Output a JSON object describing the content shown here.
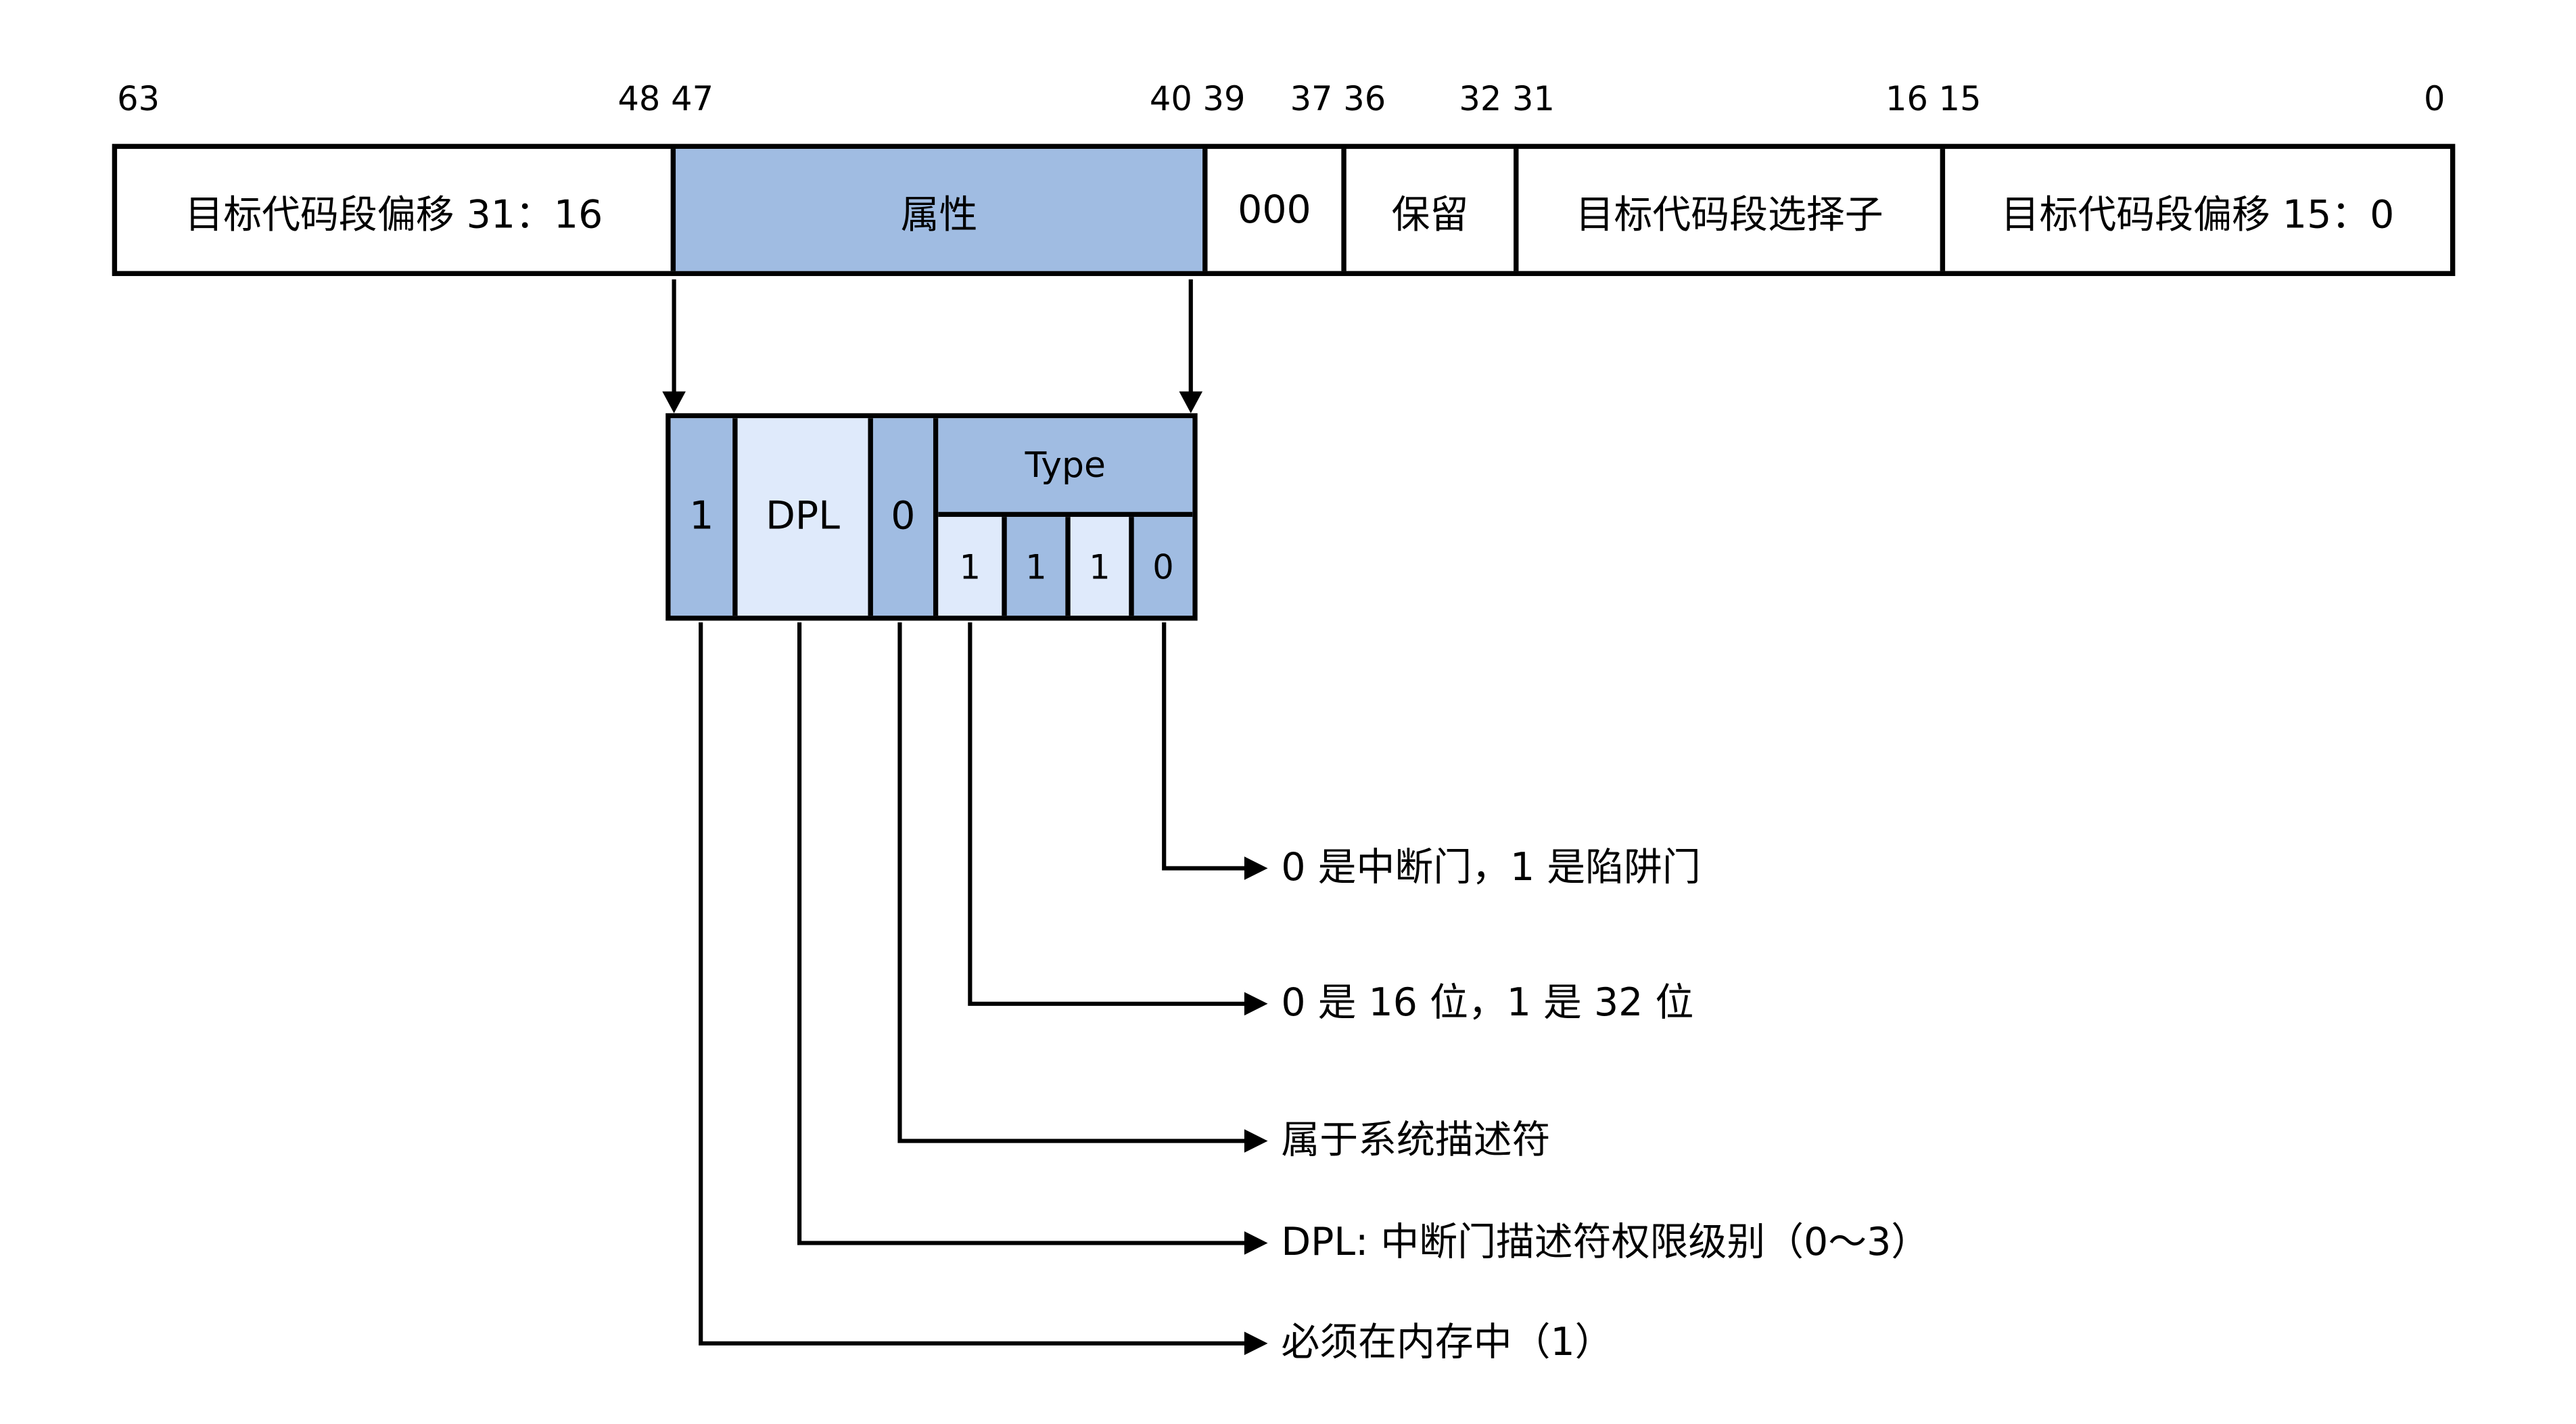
{
  "bit_labels": [
    "63",
    "48 47",
    "40 39",
    "37 36",
    "32 31",
    "16 15",
    "0"
  ],
  "descriptor_row": {
    "offset_high": "目标代码段偏移 31：16",
    "attributes": "属性",
    "zeros": "000",
    "reserved": "保留",
    "selector": "目标代码段选择子",
    "offset_low": "目标代码段偏移 15：0"
  },
  "attribute_detail": {
    "p_bit": "1",
    "dpl_label": "DPL",
    "s_bit": "0",
    "type_label": "Type",
    "type_bits": [
      "1",
      "1",
      "1",
      "0"
    ]
  },
  "annotations": [
    "0 是中断门，1 是陷阱门",
    "0 是 16 位，1 是 32 位",
    "属于系统描述符",
    "DPL: 中断门描述符权限级别（0～3）",
    "必须在内存中（1）"
  ],
  "colors": {
    "cell_blue": "#a0bce2",
    "cell_light_blue": "#dfeafb",
    "border": "#000000",
    "background": "#ffffff"
  }
}
